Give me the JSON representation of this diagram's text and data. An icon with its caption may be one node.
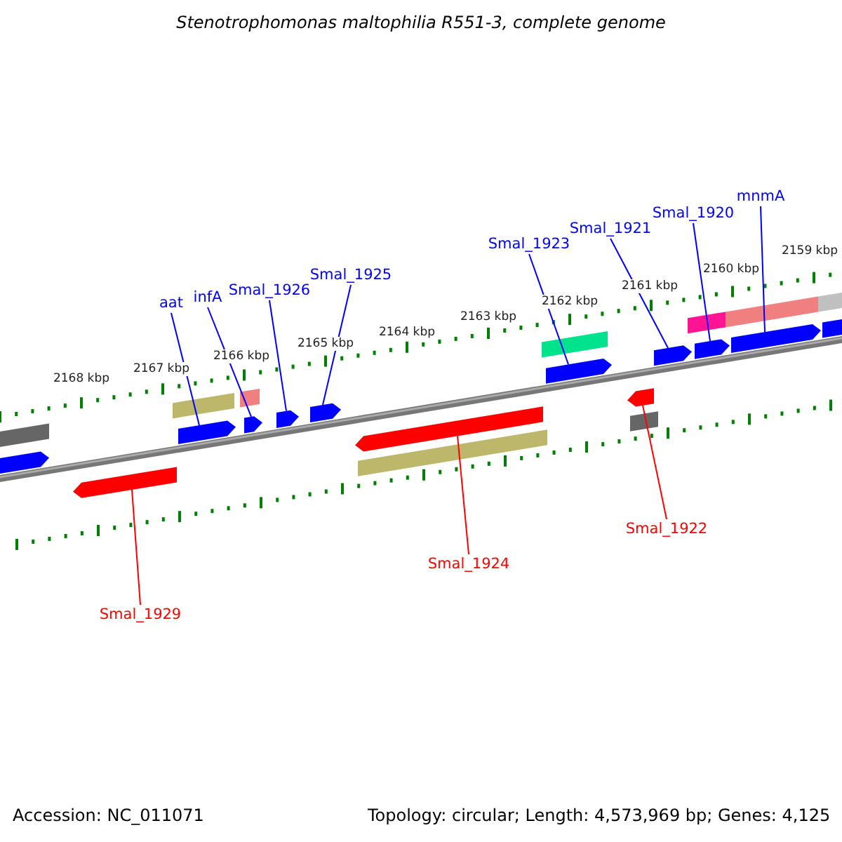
{
  "diagram": {
    "title": "Stenotrophomonas maltophilia R551-3, complete genome",
    "nodes": [
      {
        "text": [
          "mnmA"
        ]
      },
      {
        "text": [
          "Smal_1920"
        ]
      },
      {
        "text": [
          "Smal_1921"
        ]
      },
      {
        "text": [
          "Smal_1923"
        ]
      },
      {
        "text": [
          "Smal_1925"
        ]
      },
      {
        "text": [
          "Smal_1926"
        ]
      },
      {
        "text": [
          "infA"
        ]
      },
      {
        "text": [
          "aat"
        ]
      },
      {
        "text": [
          "Smal_1922"
        ]
      },
      {
        "text": [
          "Smal_1924"
        ]
      },
      {
        "text": [
          "Smal_1929"
        ]
      },
      {
        "text": [],
        "shape": "bar"
      },
      {
        "text": [],
        "shape": "bar"
      },
      {
        "text": [],
        "shape": "bar"
      },
      {
        "text": [],
        "shape": "bar"
      },
      {
        "text": [],
        "shape": "bar"
      },
      {
        "text": [],
        "shape": "bar"
      },
      {
        "text": [],
        "shape": "bar"
      },
      {
        "text": [],
        "shape": "bar"
      },
      {
        "text": [],
        "shape": "bar"
      },
      {
        "text": [],
        "shape": "bar"
      },
      {
        "text": [],
        "shape": "bar"
      },
      {
        "text": [],
        "shape": "bar"
      },
      {
        "text": [],
        "shape": "bar"
      },
      {
        "text": [],
        "shape": "bar"
      },
      {
        "text": [],
        "shape": "bar"
      },
      {
        "text": [],
        "shape": "bar"
      },
      {
        "text": [],
        "shape": "bar"
      },
      {
        "text": [],
        "shape": "bar"
      },
      {
        "text": [],
        "shape": "bar"
      },
      {
        "text": [],
        "shape": "bar"
      },
      {
        "text": [],
        "shape": "bar"
      },
      {
        "text": [],
        "shape": "bar"
      }
    ],
    "edges": [
      {
        "from": 0,
        "to": 30,
        "arrow": "none"
      },
      {
        "from": 1,
        "to": 28,
        "arrow": "none"
      },
      {
        "from": 2,
        "to": 26,
        "arrow": "none"
      },
      {
        "from": 3,
        "to": 23,
        "arrow": "none"
      },
      {
        "from": 4,
        "to": 19,
        "arrow": "none"
      },
      {
        "from": 5,
        "to": 18,
        "arrow": "none"
      },
      {
        "from": 6,
        "to": 17,
        "arrow": "none"
      },
      {
        "from": 7,
        "to": 15,
        "arrow": "none"
      },
      {
        "from": 8,
        "to": 24,
        "arrow": "none",
        "color": "#ff0000"
      },
      {
        "from": 9,
        "to": 20,
        "arrow": "none",
        "color": "#ff0000"
      },
      {
        "from": 10,
        "to": 13,
        "arrow": "none",
        "color": "#ff0000"
      }
    ],
    "labels": [
      "2159 kbp",
      "2160 kbp",
      "2161 kbp",
      "2162 kbp",
      "2163 kbp",
      "2164 kbp",
      "2165 kbp",
      "2166 kbp",
      "2167 kbp",
      "2168 kbp",
      "Accession: NC_011071",
      "Topology: circular; Length: 4,573,969 bp; Genes: 4,125"
    ]
  }
}
